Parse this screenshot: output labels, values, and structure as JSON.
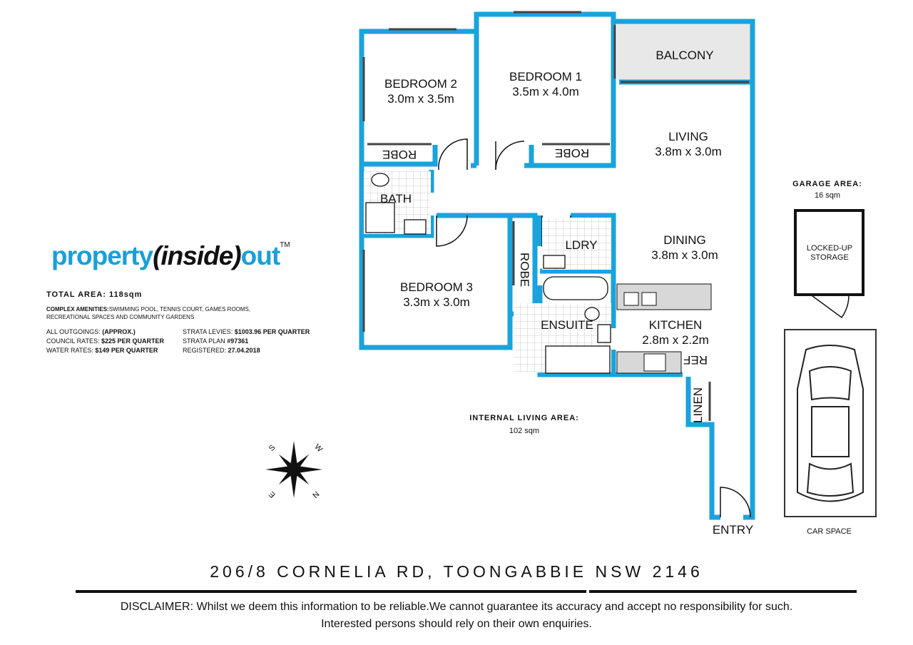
{
  "rooms": {
    "bedroom2": {
      "name": "BEDROOM 2",
      "size": "3.0m x 3.5m"
    },
    "bedroom1": {
      "name": "BEDROOM 1",
      "size": "3.5m x 4.0m"
    },
    "balcony": {
      "name": "BALCONY"
    },
    "living": {
      "name": "LIVING",
      "size": "3.8m x 3.0m"
    },
    "dining": {
      "name": "DINING",
      "size": "3.8m x 3.0m"
    },
    "kitchen": {
      "name": "KITCHEN",
      "size": "2.8m x 2.2m"
    },
    "bedroom3": {
      "name": "BEDROOM 3",
      "size": "3.3m x 3.0m"
    },
    "bath": {
      "name": "BATH"
    },
    "ldry": {
      "name": "LDRY"
    },
    "ensuite": {
      "name": "ENSUITE"
    },
    "robe": "ROBE",
    "ref": "REF",
    "linen": "LINEN",
    "entry": "ENTRY"
  },
  "garage": {
    "title": "GARAGE AREA:",
    "area": "16 sqm",
    "storage": "LOCKED-UP STORAGE",
    "car_space": "CAR SPACE"
  },
  "internal": {
    "title": "INTERNAL LIVING AREA:",
    "area": "102 sqm"
  },
  "logo": {
    "part1": "property",
    "part2": "(inside)",
    "part3": "out",
    "tm": "TM"
  },
  "details": {
    "total_area": "TOTAL AREA: 118sqm",
    "amenities_label": "COMPLEX AMENITIES:",
    "amenities_line1": "SWIMMING POOL, TENNIS COURT, GAMES ROOMS,",
    "amenities_line2": "RECREATIONAL SPACES AND COMMUNITY GARDENS",
    "outgoings_label": "ALL OUTGOINGS:",
    "outgoings_value": "(APPROX.)",
    "council_label": "COUNCIL RATES:",
    "council_value": "$225 PER QUARTER",
    "water_label": "WATER RATES:",
    "water_value": "$149 PER QUARTER",
    "strata_levies_label": "STRATA LEVIES:",
    "strata_levies_value": "$1003.96 PER QUARTER",
    "strata_plan_label": "STRATA PLAN",
    "strata_plan_value": "#97361",
    "registered_label": "REGISTERED:",
    "registered_value": "27.04.2018"
  },
  "compass": {
    "n": "N",
    "s": "S",
    "e": "E",
    "w": "W"
  },
  "address": "206/8 CORNELIA RD, TOONGABBIE NSW 2146",
  "disclaimer": {
    "line1": "DISCLAIMER: Whilst we deem this information to be reliable.We cannot guarantee its accuracy and accept no responsibility for such.",
    "line2": "Interested persons should rely on their own enquiries."
  },
  "colors": {
    "wall": "#1aa3dc",
    "balcony_fill": "#e8e8e8",
    "logo_blue": "#1a9fd8"
  }
}
